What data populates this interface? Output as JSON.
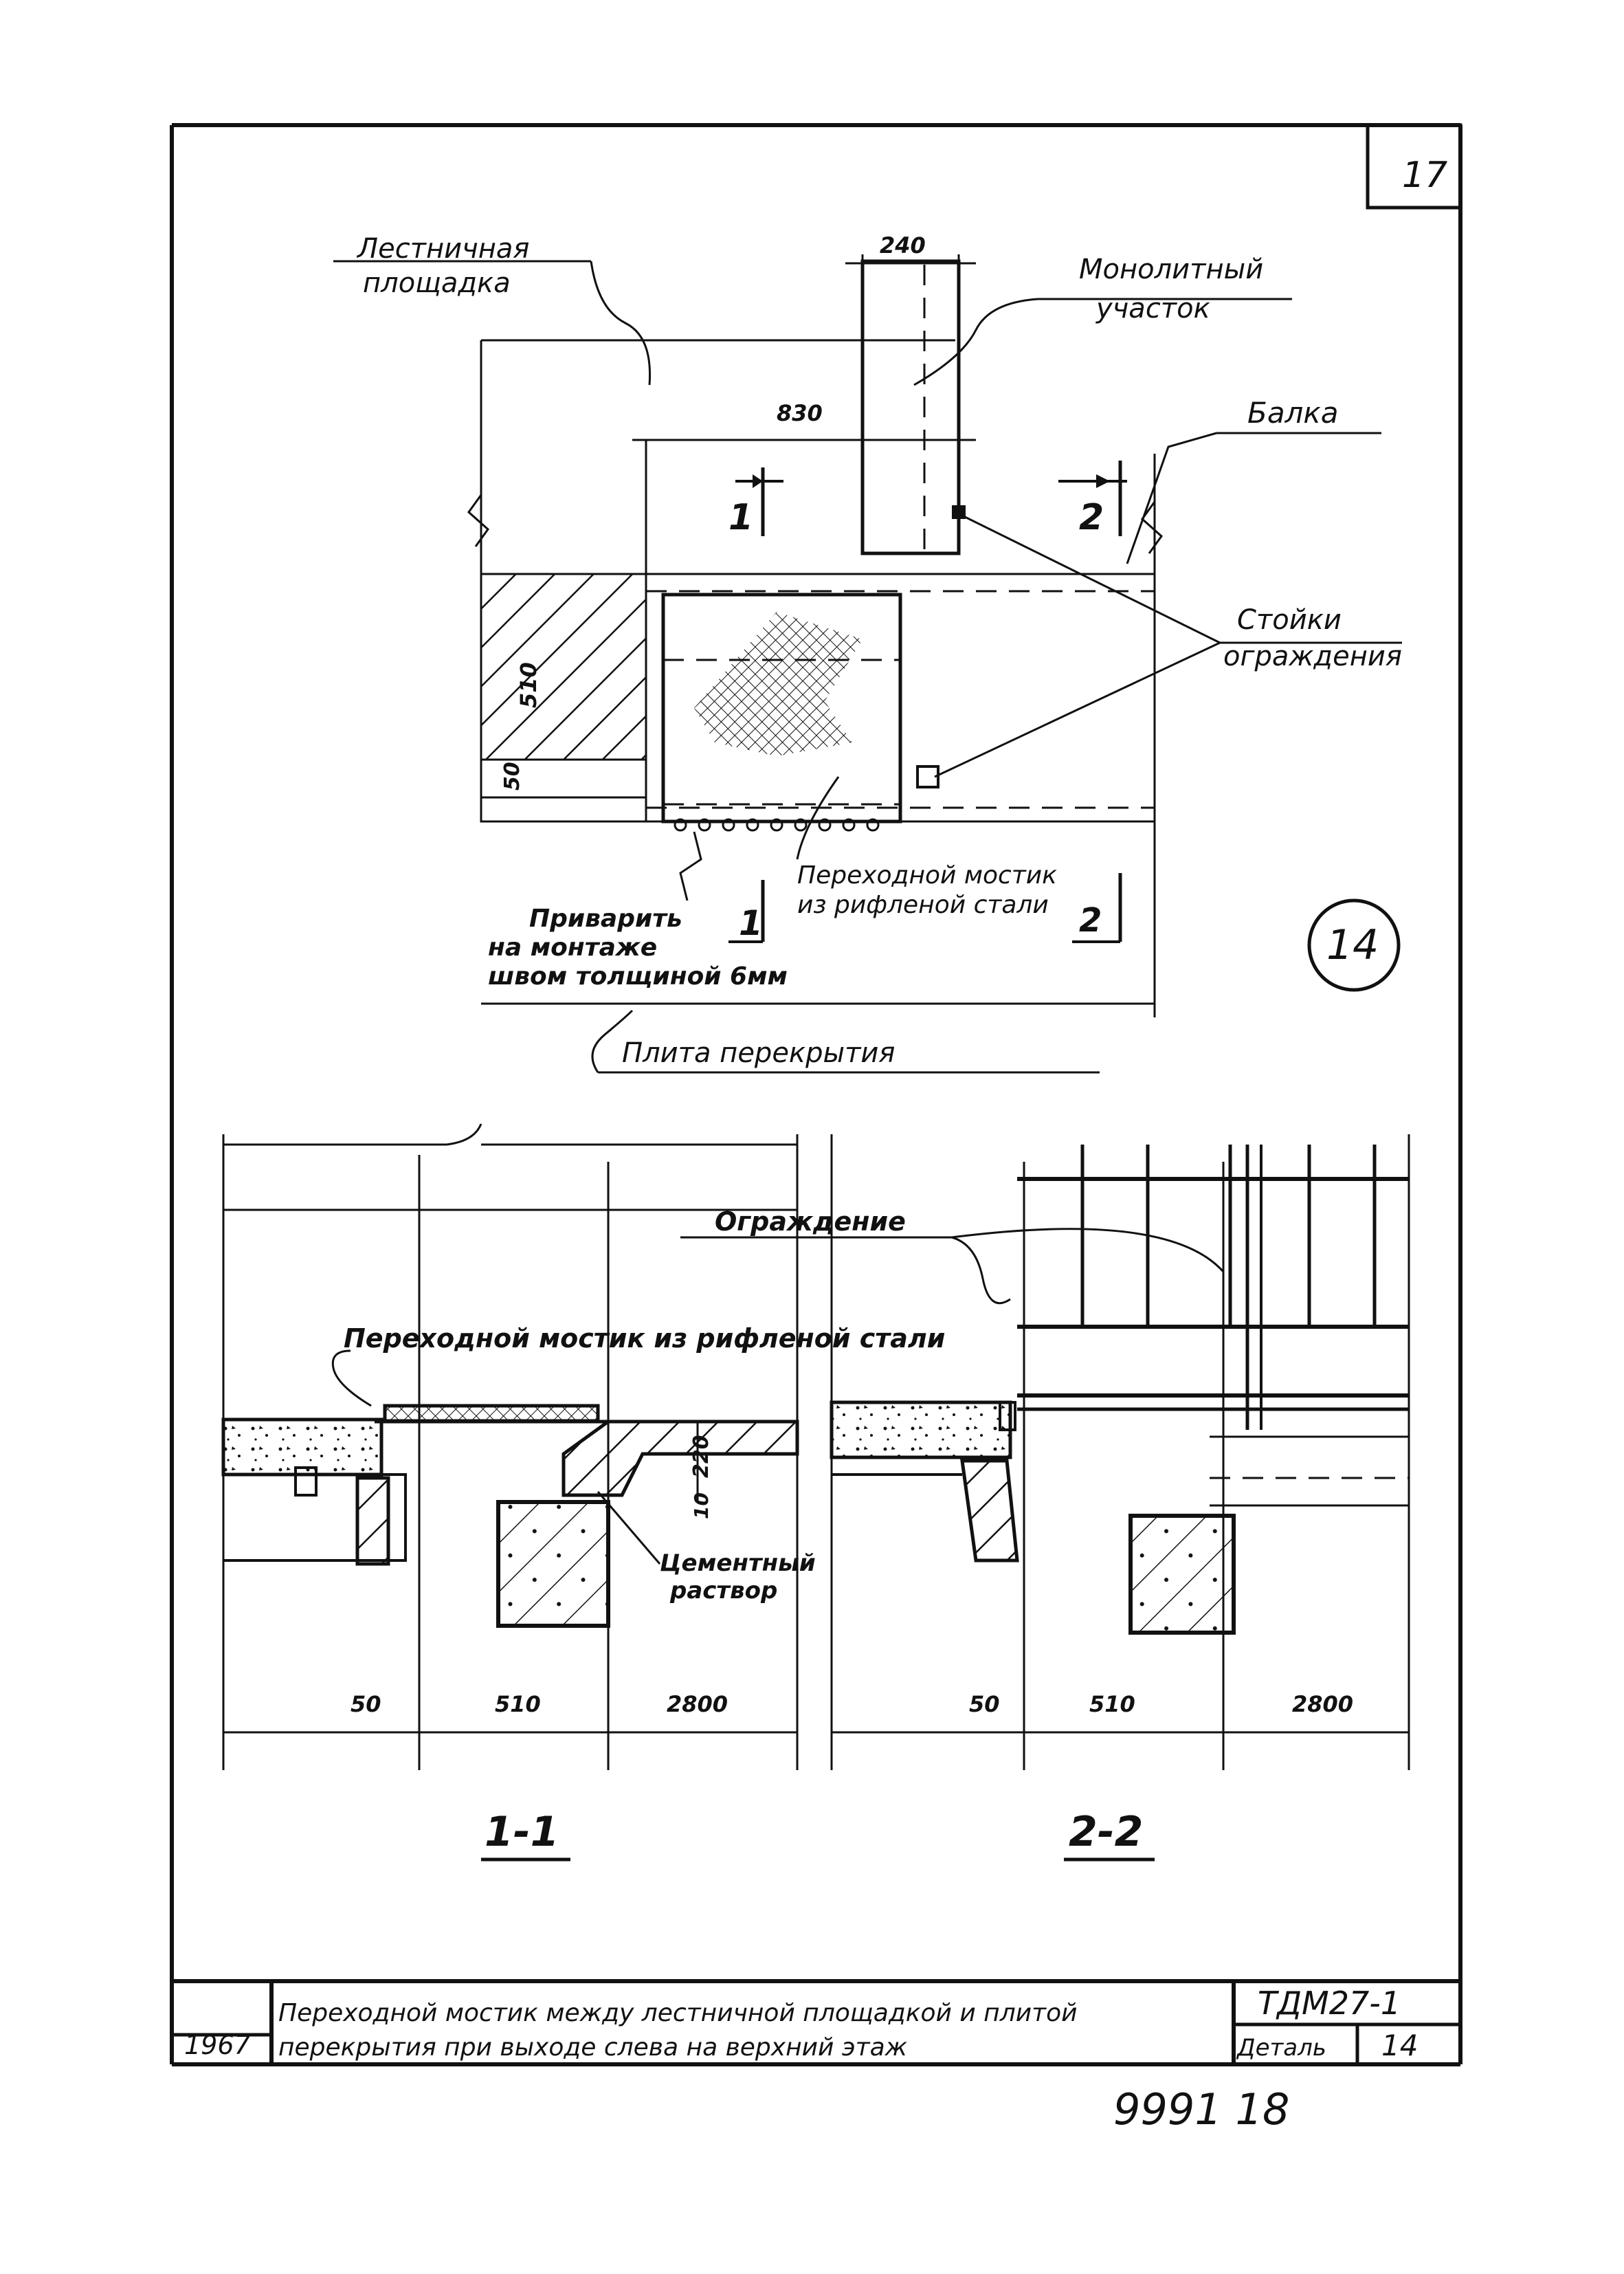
{
  "sheet": {
    "number": "17"
  },
  "plan": {
    "landing_label_1": "Лестничная",
    "landing_label_2": "площадка",
    "monolith_label_1": "Монолитный",
    "monolith_label_2": "участок",
    "beam_label": "Балка",
    "posts_label_1": "Стойки",
    "posts_label_2": "ограждения",
    "bridge_label_1": "Переходной мостик",
    "bridge_label_2": "из рифленой стали",
    "weld_label_1": "Приварить",
    "weld_label_2": "на монтаже",
    "weld_label_3": "швом толщиной 6мм",
    "slab_label": "Плита перекрытия",
    "dim_240": "240",
    "dim_830": "830",
    "dim_510": "510",
    "dim_50": "50",
    "cut1": "1",
    "cut2": "2",
    "detail_number": "14"
  },
  "section_1": {
    "bridge_label": "Переходной мостик из рифленой стали",
    "mortar_label_1": "Цементный",
    "mortar_label_2": "раствор",
    "dim_220": "220",
    "dim_10": "10",
    "dim_50": "50",
    "dim_510": "510",
    "dim_2800": "2800",
    "title": "1-1"
  },
  "section_2": {
    "railing_label": "Ограждение",
    "dim_50": "50",
    "dim_510": "510",
    "dim_2800": "2800",
    "title": "2-2"
  },
  "title_block": {
    "year": "1967",
    "description_1": "Переходной мостик между лестничной площадкой и плитой",
    "description_2": "перекрытия при выходе слева на верхний этаж",
    "code": "ТДМ27-1",
    "detail_label": "Деталь",
    "detail_value": "14"
  },
  "footer": {
    "archive_number": "9991 18"
  }
}
